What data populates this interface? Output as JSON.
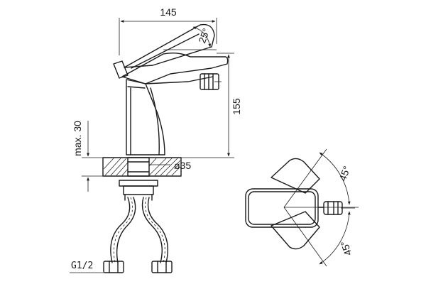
{
  "labels": {
    "width": "145",
    "spout_angle": "25°",
    "height": "155",
    "max_thickness": "max. 30",
    "hole_diameter": "ø35",
    "thread": "G1/2",
    "rotation_top": "45°",
    "rotation_bottom": "45°"
  }
}
